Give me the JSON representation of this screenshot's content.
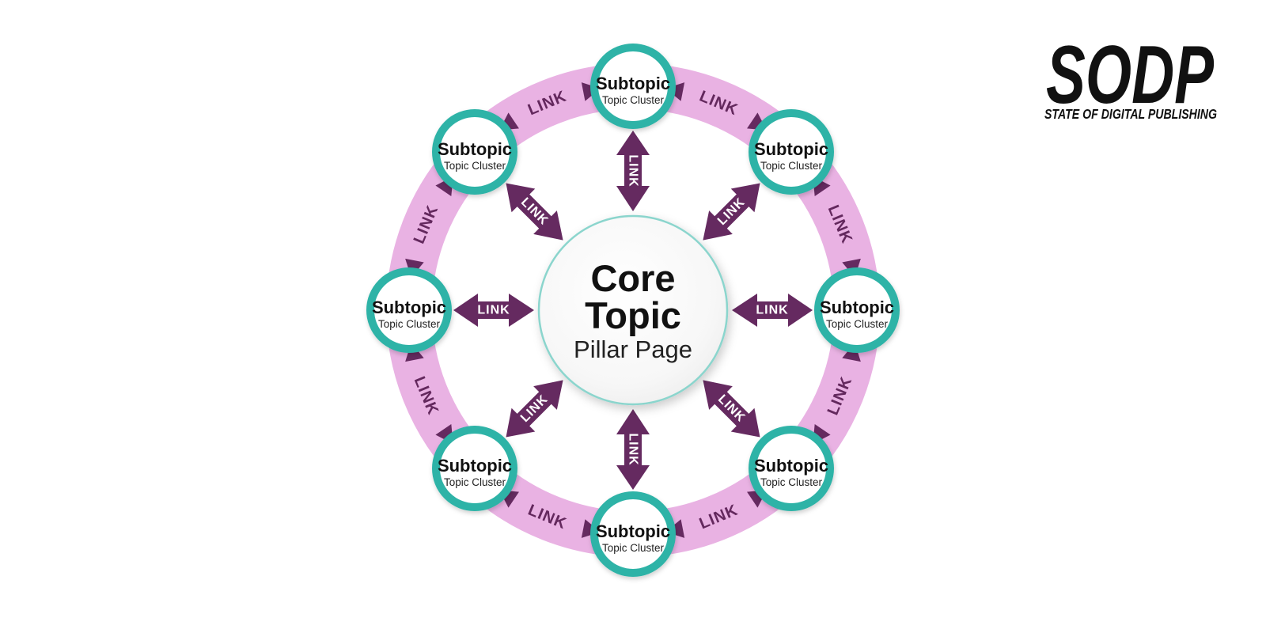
{
  "colors": {
    "background": "#ffffff",
    "ring_pink": "#E9B2E3",
    "arrow_purple": "#652A60",
    "ring_text_purple": "#63285D",
    "teal": "#2FB3A7",
    "core_border": "#8BD5CD",
    "spoke_label_white": "#ffffff",
    "logo_black": "#111111"
  },
  "core": {
    "title_line1": "Core",
    "title_line2": "Topic",
    "subtitle": "Pillar Page"
  },
  "subtopics": [
    {
      "position": "top",
      "title": "Subtopic",
      "subtitle": "Topic Cluster"
    },
    {
      "position": "top-right",
      "title": "Subtopic",
      "subtitle": "Topic Cluster"
    },
    {
      "position": "right",
      "title": "Subtopic",
      "subtitle": "Topic Cluster"
    },
    {
      "position": "bottom-right",
      "title": "Subtopic",
      "subtitle": "Topic Cluster"
    },
    {
      "position": "bottom",
      "title": "Subtopic",
      "subtitle": "Topic Cluster"
    },
    {
      "position": "bottom-left",
      "title": "Subtopic",
      "subtitle": "Topic Cluster"
    },
    {
      "position": "left",
      "title": "Subtopic",
      "subtitle": "Topic Cluster"
    },
    {
      "position": "top-left",
      "title": "Subtopic",
      "subtitle": "Topic Cluster"
    }
  ],
  "spoke_links": [
    "LINK",
    "LINK",
    "LINK",
    "LINK",
    "LINK",
    "LINK",
    "LINK",
    "LINK"
  ],
  "ring_links": [
    "LINK",
    "LINK",
    "LINK",
    "LINK",
    "LINK",
    "LINK",
    "LINK",
    "LINK"
  ],
  "logo": {
    "title": "SODP",
    "subtitle": "STATE OF DIGITAL PUBLISHING"
  }
}
